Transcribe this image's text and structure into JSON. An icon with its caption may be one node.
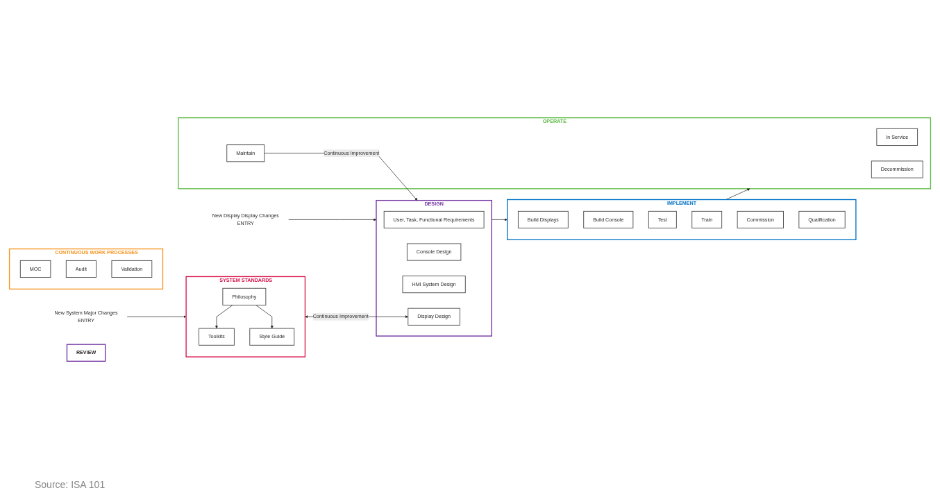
{
  "diagram": {
    "nodes": [
      {
        "text": [
          "CONTINUOUS WORK PROCESSES"
        ]
      },
      {
        "text": [
          "MOC"
        ],
        "in": 0
      },
      {
        "text": [
          "Audit"
        ],
        "in": 0
      },
      {
        "text": [
          "Validation"
        ],
        "in": 0
      },
      {
        "text": [
          "New System Major Changes",
          "ENTRY"
        ]
      },
      {
        "text": [
          "SYSTEM STANDARDS"
        ]
      },
      {
        "text": [
          "Philosophy"
        ],
        "in": 5
      },
      {
        "text": [
          "Style Guide"
        ],
        "in": 5
      },
      {
        "text": [
          "Toolkits"
        ],
        "in": 5
      },
      {
        "text": [
          "New Display Display Changes",
          "ENTRY"
        ]
      },
      {
        "text": [
          "DESIGN"
        ]
      },
      {
        "text": [
          "User, Task, Functional Requirements"
        ],
        "in": 10
      },
      {
        "text": [
          "Console Design"
        ],
        "in": 10
      },
      {
        "text": [
          "HMI System Design"
        ],
        "in": 10
      },
      {
        "text": [
          "Display Design"
        ],
        "in": 10
      },
      {
        "text": [
          "REVIEW"
        ]
      },
      {
        "text": [
          "IMPLEMENT"
        ]
      },
      {
        "text": [
          "Build Displays"
        ],
        "in": 16
      },
      {
        "text": [
          "Build Console"
        ],
        "in": 16
      },
      {
        "text": [
          "Test"
        ],
        "in": 16
      },
      {
        "text": [
          "Train"
        ],
        "in": 16
      },
      {
        "text": [
          "Commission"
        ],
        "in": 16
      },
      {
        "text": [
          "Qualification"
        ],
        "in": 16
      },
      {
        "text": [
          "OPERATE"
        ]
      },
      {
        "text": [
          "In Service"
        ],
        "in": 23
      },
      {
        "text": [
          "Maintain"
        ],
        "in": 23
      },
      {
        "text": [
          "Decommission"
        ],
        "in": 23
      }
    ],
    "edges": [
      {
        "from": 4,
        "to": 5,
        "arrow": "to"
      },
      {
        "from": 6,
        "to": 8,
        "arrow": "to"
      },
      {
        "from": 6,
        "to": 7,
        "arrow": "to"
      },
      {
        "from": 9,
        "to": 10,
        "arrow": "to"
      },
      {
        "from": 25,
        "to": 10,
        "arrow": "to",
        "label": "Continuous Improvement"
      },
      {
        "from": 10,
        "to": 16,
        "arrow": "to"
      },
      {
        "from": 16,
        "to": 23,
        "arrow": "to"
      },
      {
        "from": 5,
        "to": 14,
        "arrow": "both",
        "label": "Continuous Improvement"
      }
    ],
    "labels": [
      "Source: ISA 101"
    ]
  }
}
